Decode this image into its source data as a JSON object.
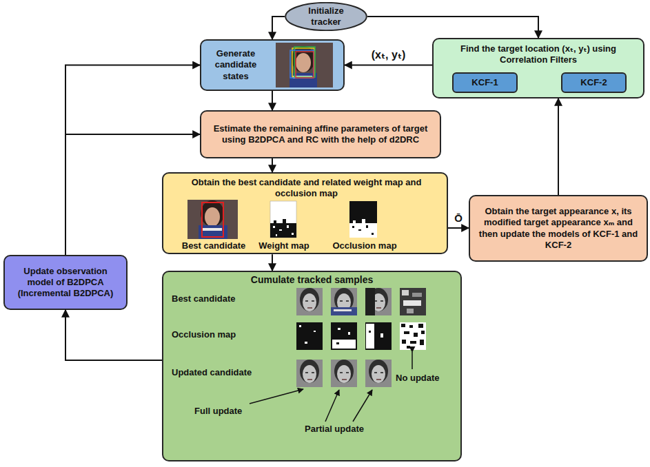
{
  "diagram": {
    "nodes": [
      {
        "text": [
          "Initialize tracker"
        ]
      },
      {
        "text": [
          "Generate candidate states"
        ]
      },
      {
        "text": [
          "Find the target location (xₜ, yₜ) using Correlation Filters"
        ]
      },
      {
        "text": [
          "KCF-1"
        ],
        "in": 2
      },
      {
        "text": [
          "KCF-2"
        ],
        "in": 2
      },
      {
        "text": [
          "Estimate the remaining affine parameters of target using B2DPCA and RC with the help of d2DRC"
        ]
      },
      {
        "text": [
          "Obtain the best candidate and related weight map and occlusion map",
          "Best candidate",
          "Weight map",
          "Occlusion map"
        ]
      },
      {
        "text": [
          "Obtain the target appearance x, its modified target appearance xₘ and then update the models of KCF-1 and KCF-2"
        ]
      },
      {
        "text": [
          "Update observation model of B2DPCA (Incremental B2DPCA)"
        ]
      },
      {
        "text": [
          "Cumulate tracked samples",
          "Best candidate",
          "Occlusion map",
          "Updated candidate",
          "Full update",
          "Partial update",
          "No update"
        ]
      }
    ],
    "edges": [
      {
        "from": 0,
        "to": 1,
        "arrow": "to"
      },
      {
        "from": 0,
        "to": 2,
        "arrow": "to"
      },
      {
        "from": 2,
        "to": 1,
        "label": "(xₜ, yₜ)",
        "arrow": "to"
      },
      {
        "from": 1,
        "to": 5,
        "arrow": "to"
      },
      {
        "from": 5,
        "to": 6,
        "arrow": "to"
      },
      {
        "from": 6,
        "to": 7,
        "label": "Ō",
        "arrow": "to"
      },
      {
        "from": 7,
        "to": 2,
        "arrow": "to"
      },
      {
        "from": 6,
        "to": 9,
        "arrow": "to"
      },
      {
        "from": 9,
        "to": 8,
        "arrow": "to"
      },
      {
        "from": 8,
        "to": 1,
        "arrow": "to"
      },
      {
        "from": 8,
        "to": 5,
        "arrow": "to"
      }
    ]
  }
}
